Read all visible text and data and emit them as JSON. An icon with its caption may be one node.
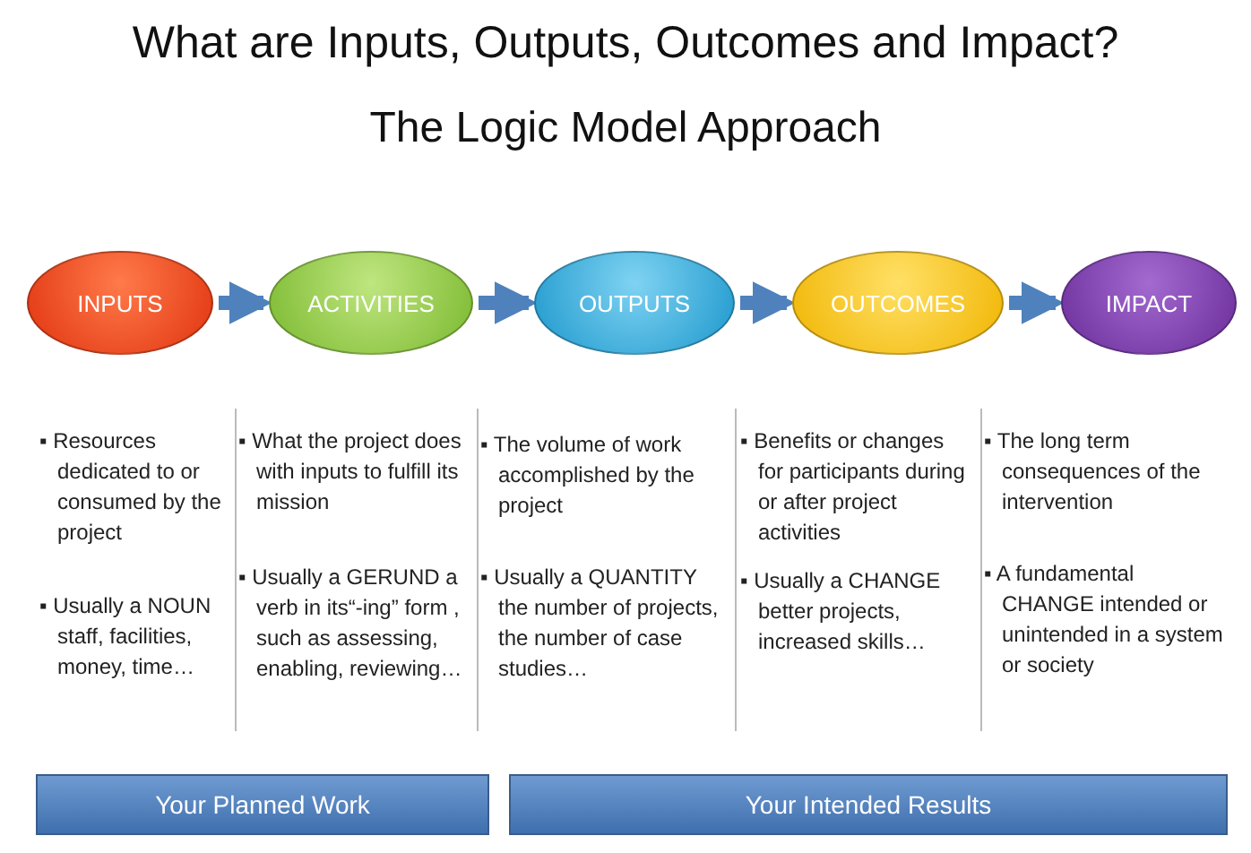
{
  "diagram": {
    "title": "What are Inputs, Outputs, Outcomes and Impact?",
    "nodes": [
      {
        "text": [
          "INPUTS"
        ]
      },
      {
        "text": [
          "ACTIVITIES"
        ]
      },
      {
        "text": [
          "OUTPUTS"
        ]
      },
      {
        "text": [
          "OUTCOMES"
        ]
      },
      {
        "text": [
          "IMPACT"
        ]
      },
      {
        "text": [
          "Your Planned Work"
        ]
      },
      {
        "text": [
          "Your Intended Results"
        ]
      }
    ],
    "edges": [
      {
        "from": 0,
        "to": 1,
        "arrow": "to"
      },
      {
        "from": 1,
        "to": 2,
        "arrow": "to"
      },
      {
        "from": 2,
        "to": 3,
        "arrow": "to"
      },
      {
        "from": 3,
        "to": 4,
        "arrow": "to"
      }
    ],
    "labels": [
      "The Logic Model Approach",
      "▪ Resources dedicated to or consumed by the project",
      "▪ Usually a NOUN staff, facilities, money, time…",
      "▪ What the project does with inputs to fulfill its mission",
      "▪ Usually a GERUND a verb in its“-ing” form , such as assessing, enabling, reviewing…",
      "▪ The volume of work accomplished by the project",
      "▪ Usually a QUANTITY the number of projects, the number of case studies…",
      "▪ Benefits or changes for participants during or after project activities",
      "▪ Usually a CHANGE better projects, increased skills…",
      "▪ The long term consequences of the intervention",
      "▪ A fundamental CHANGE intended or unintended in a system or society"
    ]
  }
}
